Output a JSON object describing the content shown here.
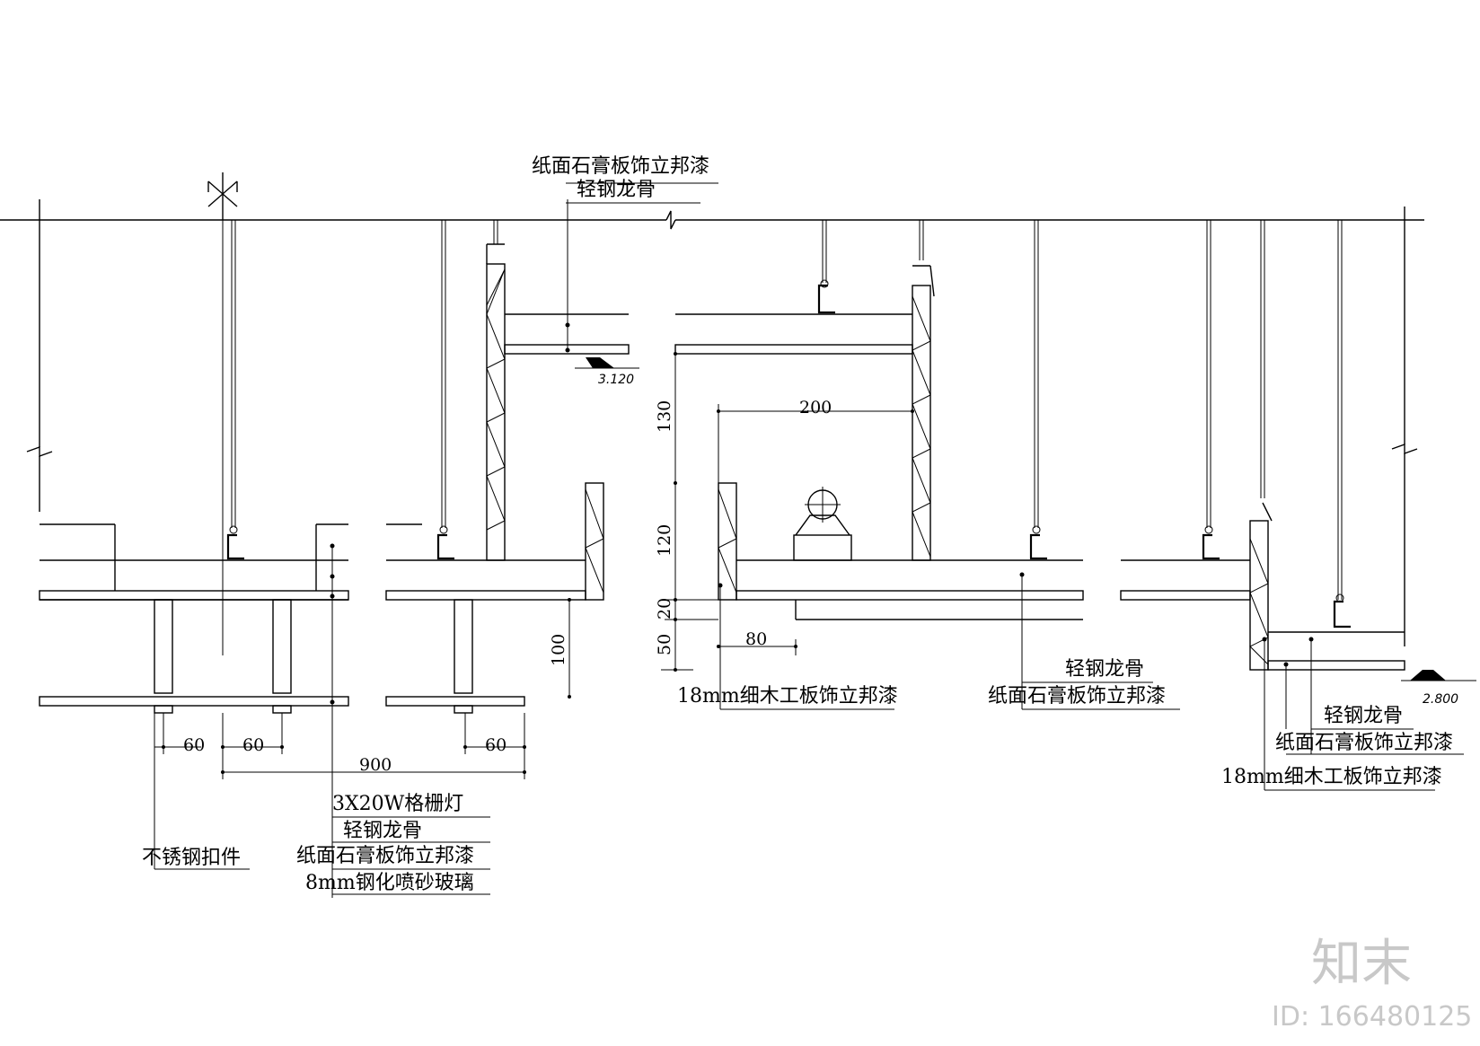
{
  "labels": {
    "top_gypsum": "纸面石膏板饰立邦漆",
    "top_keel": "轻钢龙骨",
    "grille_light": "3X20W格栅灯",
    "left_keel": "轻钢龙骨",
    "left_gypsum": "纸面石膏板饰立邦漆",
    "left_glass": "8mm钢化喷砂玻璃",
    "stainless_clip": "不锈钢扣件",
    "mid_plywood": "18mm细木工板饰立邦漆",
    "mid_keel": "轻钢龙骨",
    "mid_gypsum": "纸面石膏板饰立邦漆",
    "right_keel": "轻钢龙骨",
    "right_gypsum": "纸面石膏板饰立邦漆",
    "right_plywood": "18mm细木工板饰立邦漆"
  },
  "levels": {
    "level_high": "3.120",
    "level_low": "2.800"
  },
  "dimensions": {
    "d60_a": "60",
    "d60_b": "60",
    "d60_c": "60",
    "d900": "900",
    "d100": "100",
    "d130": "130",
    "d120": "120",
    "d20": "20",
    "d50": "50",
    "d200": "200",
    "d80": "80"
  },
  "watermark": {
    "brand": "知末",
    "id": "ID: 166480125"
  }
}
